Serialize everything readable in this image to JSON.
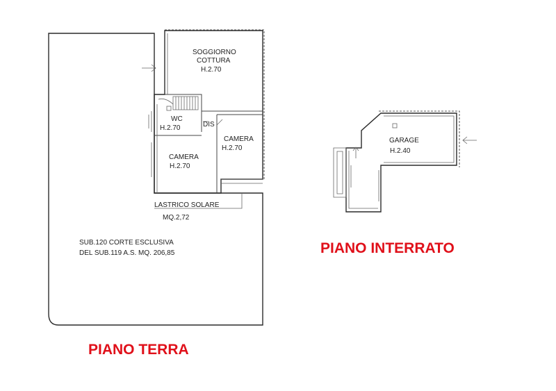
{
  "ground_floor": {
    "title": "PIANO TERRA",
    "rooms": {
      "living_l1": "SOGGIORNO",
      "living_l2": "COTTURA",
      "living_h": "H.2.70",
      "wc": "WC",
      "wc_h": "H.2.70",
      "dis": "DIS",
      "bedroom_right": "CAMERA",
      "bedroom_right_h": "H.2.70",
      "bedroom_left": "CAMERA",
      "bedroom_left_h": "H.2.70"
    },
    "terrace_l1": "LASTRICO SOLARE",
    "terrace_l2": "MQ.2,72",
    "yard_l1": "SUB.120 CORTE ESCLUSIVA",
    "yard_l2": "DEL SUB.119 A.S. MQ. 206,85"
  },
  "basement": {
    "title": "PIANO INTERRATO",
    "garage": "GARAGE",
    "garage_h": "H.2.40"
  },
  "icons": [
    "arrow-right-icon",
    "arrow-left-icon",
    "arrow-up-icon",
    "stairs-icon"
  ]
}
